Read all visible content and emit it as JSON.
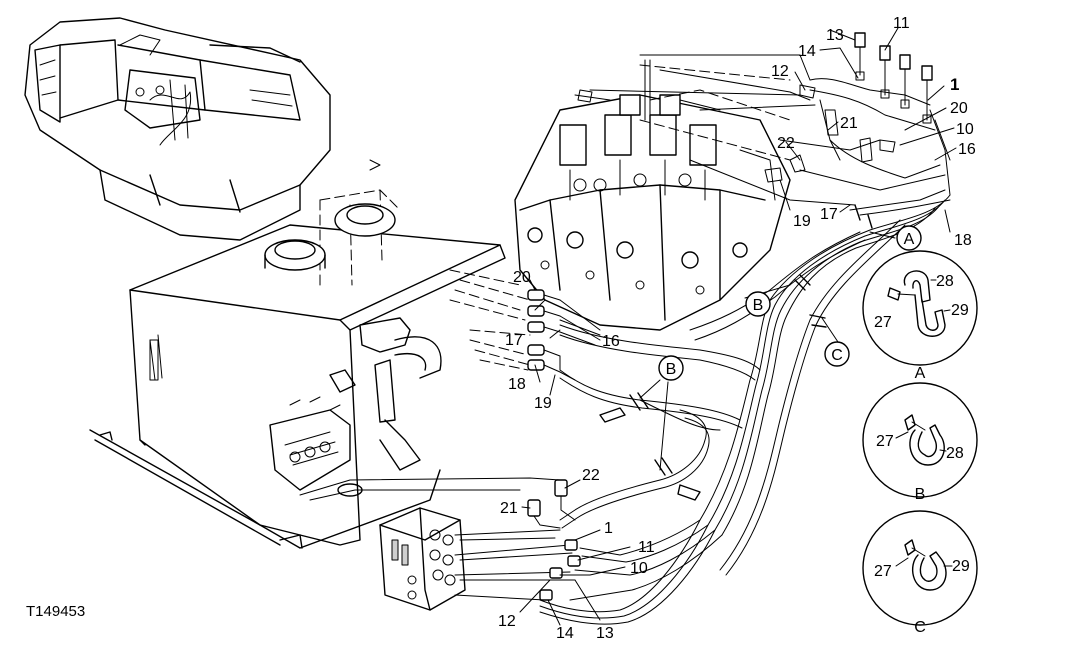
{
  "figure_code": "T149453",
  "callouts": {
    "c1_top": "1",
    "c10_top": "10",
    "c11_top": "11",
    "c12_top": "12",
    "c13_top": "13",
    "c14_top": "14",
    "c16_top": "16",
    "c17_top": "17",
    "c18_top": "18",
    "c19_top": "19",
    "c20_top": "20",
    "c21_top": "21",
    "c22_top": "22",
    "c20_mid": "20",
    "c17_mid": "17",
    "c16_mid": "16",
    "c18_mid": "18",
    "c19_mid": "19",
    "c22_bot": "22",
    "c21_bot": "21",
    "c1_bot": "1",
    "c11_bot": "11",
    "c10_bot": "10",
    "c12_bot": "12",
    "c14_bot": "14",
    "c13_bot": "13"
  },
  "circle_markers": {
    "a": "A",
    "b_upper": "B",
    "c": "C",
    "b_lower": "B"
  },
  "detail_views": [
    {
      "caption": "A",
      "labels": [
        "28",
        "27",
        "29"
      ]
    },
    {
      "caption": "B",
      "labels": [
        "27",
        "28"
      ]
    },
    {
      "caption": "C",
      "labels": [
        "27",
        "29"
      ]
    }
  ]
}
